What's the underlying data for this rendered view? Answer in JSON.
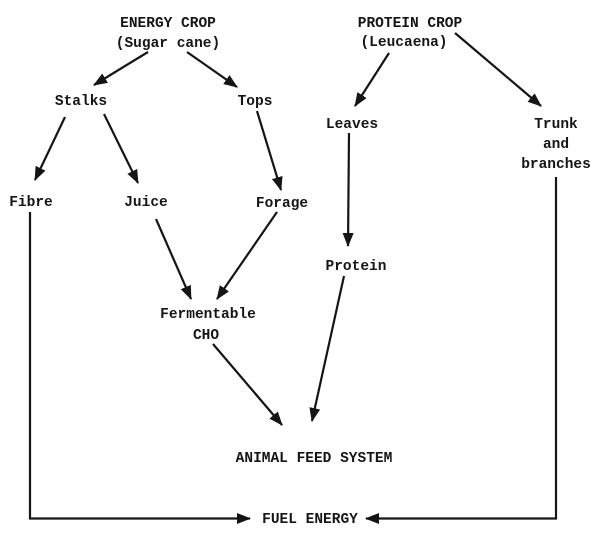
{
  "diagram": {
    "type": "flow-diagram",
    "colors": {
      "ink": "#151515",
      "background": "#ffffff"
    },
    "nodes": {
      "energy_crop": {
        "line1": "ENERGY CROP",
        "line2": "(Sugar cane)"
      },
      "protein_crop": {
        "line1": "PROTEIN CROP",
        "line2": "(Leucaena)"
      },
      "stalks": {
        "label": "Stalks"
      },
      "tops": {
        "label": "Tops"
      },
      "leaves": {
        "label": "Leaves"
      },
      "trunk": {
        "line1": "Trunk",
        "line2": "and",
        "line3": "branches"
      },
      "fibre": {
        "label": "Fibre"
      },
      "juice": {
        "label": "Juice"
      },
      "forage": {
        "label": "Forage"
      },
      "protein": {
        "label": "Protein"
      },
      "fermentable": {
        "line1": "Fermentable",
        "line2": "CHO"
      },
      "animal_feed": {
        "label": "ANIMAL FEED SYSTEM"
      },
      "fuel_energy": {
        "label": "FUEL ENERGY"
      }
    },
    "edges": [
      {
        "from": "energy_crop",
        "to": "stalks"
      },
      {
        "from": "energy_crop",
        "to": "tops"
      },
      {
        "from": "protein_crop",
        "to": "leaves"
      },
      {
        "from": "protein_crop",
        "to": "trunk"
      },
      {
        "from": "stalks",
        "to": "fibre"
      },
      {
        "from": "stalks",
        "to": "juice"
      },
      {
        "from": "tops",
        "to": "forage"
      },
      {
        "from": "juice",
        "to": "fermentable"
      },
      {
        "from": "forage",
        "to": "fermentable"
      },
      {
        "from": "leaves",
        "to": "protein"
      },
      {
        "from": "fermentable",
        "to": "animal_feed"
      },
      {
        "from": "protein",
        "to": "animal_feed"
      },
      {
        "from": "fibre",
        "to": "fuel_energy"
      },
      {
        "from": "trunk",
        "to": "fuel_energy"
      }
    ]
  }
}
